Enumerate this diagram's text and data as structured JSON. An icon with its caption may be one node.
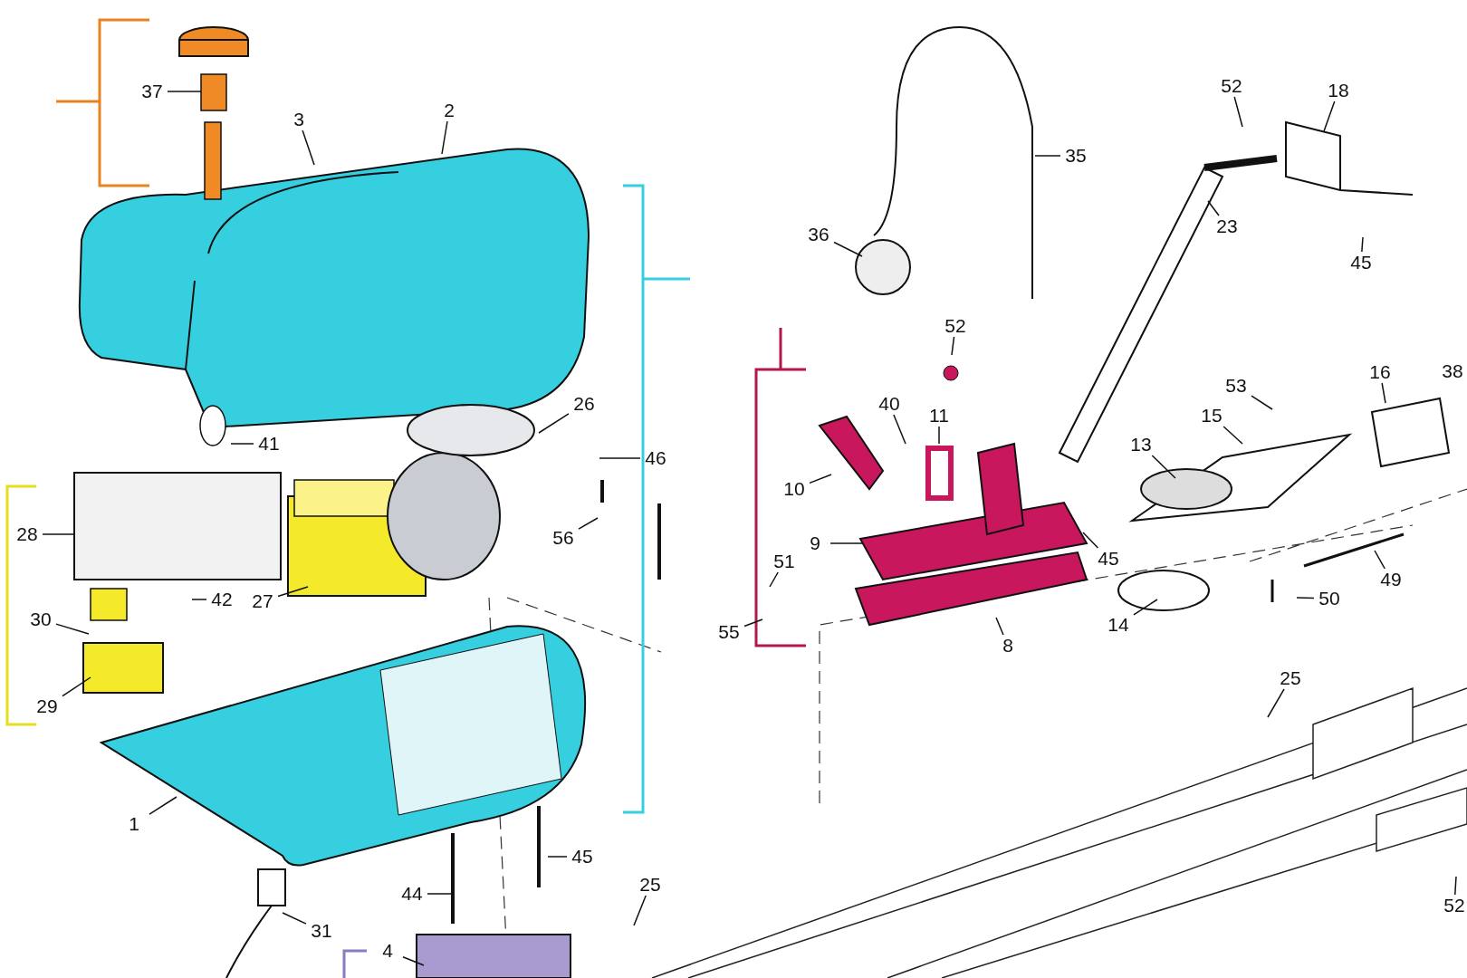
{
  "diagram": {
    "nodes": [
      {
        "text": [
          "37"
        ]
      },
      {
        "text": [
          "3"
        ]
      },
      {
        "text": [
          "2"
        ]
      },
      {
        "text": [
          "41"
        ]
      },
      {
        "text": [
          "26"
        ]
      },
      {
        "text": [
          "46"
        ]
      },
      {
        "text": [
          "28"
        ]
      },
      {
        "text": [
          "56"
        ]
      },
      {
        "text": [
          "27"
        ]
      },
      {
        "text": [
          "42"
        ]
      },
      {
        "text": [
          "30"
        ]
      },
      {
        "text": [
          "29"
        ]
      },
      {
        "text": [
          "1"
        ]
      },
      {
        "text": [
          "45"
        ]
      },
      {
        "text": [
          "44"
        ]
      },
      {
        "text": [
          "31"
        ]
      },
      {
        "text": [
          "4"
        ]
      },
      {
        "text": [
          "25"
        ]
      },
      {
        "text": [
          "35"
        ]
      },
      {
        "text": [
          "52"
        ]
      },
      {
        "text": [
          "18"
        ]
      },
      {
        "text": [
          "36"
        ]
      },
      {
        "text": [
          "23"
        ]
      },
      {
        "text": [
          "45"
        ]
      },
      {
        "text": [
          "52"
        ]
      },
      {
        "text": [
          "40"
        ]
      },
      {
        "text": [
          "11"
        ]
      },
      {
        "text": [
          "10"
        ]
      },
      {
        "text": [
          "9"
        ]
      },
      {
        "text": [
          "45"
        ]
      },
      {
        "text": [
          "51"
        ]
      },
      {
        "text": [
          "55"
        ]
      },
      {
        "text": [
          "8"
        ]
      },
      {
        "text": [
          "53"
        ]
      },
      {
        "text": [
          "16"
        ]
      },
      {
        "text": [
          "38"
        ]
      },
      {
        "text": [
          "15"
        ]
      },
      {
        "text": [
          "13"
        ]
      },
      {
        "text": [
          "49"
        ]
      },
      {
        "text": [
          "50"
        ]
      },
      {
        "text": [
          "14"
        ]
      },
      {
        "text": [
          "25"
        ]
      },
      {
        "text": [
          "52"
        ]
      }
    ],
    "edges": [
      {
        "from": 0,
        "to": null,
        "arrow": "none"
      },
      {
        "from": 1,
        "to": null,
        "arrow": "none"
      },
      {
        "from": 2,
        "to": null,
        "arrow": "none"
      },
      {
        "from": 3,
        "to": null,
        "arrow": "none"
      },
      {
        "from": 4,
        "to": null,
        "arrow": "none"
      },
      {
        "from": 5,
        "to": null,
        "arrow": "none"
      },
      {
        "from": 6,
        "to": null,
        "arrow": "none"
      },
      {
        "from": 7,
        "to": null,
        "arrow": "none"
      },
      {
        "from": 8,
        "to": null,
        "arrow": "none"
      },
      {
        "from": 9,
        "to": null,
        "arrow": "none"
      },
      {
        "from": 10,
        "to": null,
        "arrow": "none"
      },
      {
        "from": 11,
        "to": null,
        "arrow": "none"
      },
      {
        "from": 12,
        "to": null,
        "arrow": "none"
      },
      {
        "from": 13,
        "to": null,
        "arrow": "none"
      },
      {
        "from": 14,
        "to": null,
        "arrow": "none"
      },
      {
        "from": 15,
        "to": null,
        "arrow": "none"
      },
      {
        "from": 16,
        "to": null,
        "arrow": "none"
      },
      {
        "from": 17,
        "to": null,
        "arrow": "none"
      },
      {
        "from": 18,
        "to": null,
        "arrow": "none"
      },
      {
        "from": 19,
        "to": null,
        "arrow": "none"
      },
      {
        "from": 20,
        "to": null,
        "arrow": "none"
      },
      {
        "from": 21,
        "to": null,
        "arrow": "none"
      },
      {
        "from": 22,
        "to": null,
        "arrow": "none"
      },
      {
        "from": 23,
        "to": null,
        "arrow": "none"
      },
      {
        "from": 24,
        "to": null,
        "arrow": "none"
      },
      {
        "from": 25,
        "to": null,
        "arrow": "none"
      },
      {
        "from": 26,
        "to": null,
        "arrow": "none"
      },
      {
        "from": 27,
        "to": null,
        "arrow": "none"
      },
      {
        "from": 28,
        "to": null,
        "arrow": "none"
      },
      {
        "from": 29,
        "to": null,
        "arrow": "none"
      },
      {
        "from": 30,
        "to": null,
        "arrow": "none"
      },
      {
        "from": 31,
        "to": null,
        "arrow": "none"
      },
      {
        "from": 32,
        "to": null,
        "arrow": "none"
      },
      {
        "from": 33,
        "to": null,
        "arrow": "none"
      },
      {
        "from": 34,
        "to": null,
        "arrow": "none"
      },
      {
        "from": 36,
        "to": null,
        "arrow": "none"
      },
      {
        "from": 37,
        "to": null,
        "arrow": "none"
      },
      {
        "from": 38,
        "to": null,
        "arrow": "none"
      },
      {
        "from": 39,
        "to": null,
        "arrow": "none"
      },
      {
        "from": 40,
        "to": null,
        "arrow": "none"
      },
      {
        "from": 41,
        "to": null,
        "arrow": "none"
      },
      {
        "from": 42,
        "to": null,
        "arrow": "none"
      }
    ]
  }
}
